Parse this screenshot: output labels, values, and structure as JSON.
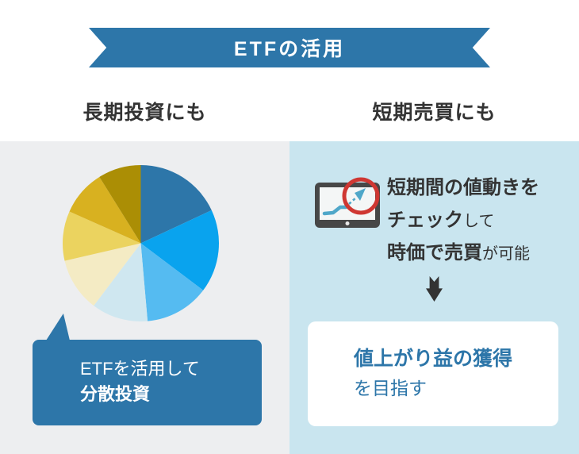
{
  "banner": {
    "title": "ETFの活用"
  },
  "columns": {
    "left": {
      "header": "長期投資にも",
      "bubble": {
        "line1": "ETFを活用して",
        "line2": "分散投資"
      }
    },
    "right": {
      "header": "短期売買にも",
      "description": {
        "line1_bold": "短期間の値動きを",
        "line2_bold": "チェック",
        "line2_regular": "して",
        "line3_bold": "時価で売買",
        "line3_regular": "が可能"
      },
      "result_box": {
        "line1": "値上がり益の獲得",
        "line2": "を目指す"
      }
    }
  },
  "icons": {
    "tablet": "chart-tablet-icon",
    "highlight": "red-circle-highlight-icon",
    "trend": "rising-trend-arrow-icon",
    "flow": "down-arrow-icon"
  },
  "chart_data": {
    "type": "pie",
    "title": "",
    "labels": [],
    "unit": "degrees",
    "values": [
      65,
      62,
      48,
      42,
      40,
      37,
      34,
      32
    ],
    "colors": [
      "#2d76a9",
      "#09a3ee",
      "#55bbf1",
      "#cfe7f0",
      "#f4ebc4",
      "#ebd35f",
      "#d8b120",
      "#ab8e05"
    ],
    "start_angle": "top",
    "direction": "clockwise",
    "legend": false
  },
  "colors": {
    "accent-blue": "#2d76a9",
    "panel-left-bg": "#edeef0",
    "panel-right-bg": "#c9e5ef",
    "text-dark": "#333333",
    "white": "#ffffff",
    "highlight-red": "#cf3732",
    "chart-line-blue": "#4fa7c9",
    "tablet-frame": "#474747",
    "tablet-screen": "#f4f6f6"
  }
}
